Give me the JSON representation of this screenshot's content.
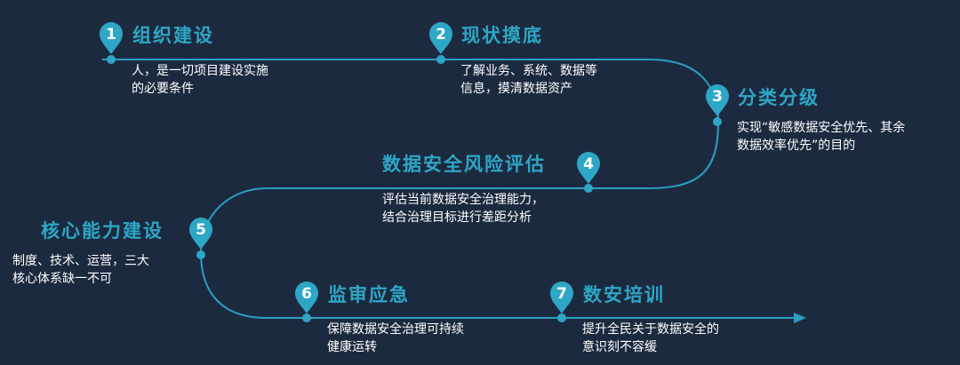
{
  "colors": {
    "background": "#1c2a3f",
    "accent": "#2ea6c6",
    "line": "#2b9ec1",
    "text": "#ffffff"
  },
  "steps": [
    {
      "number": "1",
      "title": "组织建设",
      "desc": [
        "人，是一切项目建设实施",
        "的必要条件"
      ]
    },
    {
      "number": "2",
      "title": "现状摸底",
      "desc": [
        "了解业务、系统、数据等",
        "信息，摸清数据资产"
      ]
    },
    {
      "number": "3",
      "title": "分类分级",
      "desc": [
        "实现“敏感数据安全优先、其余",
        "数据效率优先”的目的"
      ]
    },
    {
      "number": "4",
      "title": "数据安全风险评估",
      "desc": [
        "评估当前数据安全治理能力，",
        "结合治理目标进行差距分析"
      ]
    },
    {
      "number": "5",
      "title": "核心能力建设",
      "desc": [
        "制度、技术、运营，三大",
        "核心体系缺一不可"
      ]
    },
    {
      "number": "6",
      "title": "监审应急",
      "desc": [
        "保障数据安全治理可持续",
        "健康运转"
      ]
    },
    {
      "number": "7",
      "title": "数安培训",
      "desc": [
        "提升全民关于数据安全的",
        "意识刻不容缓"
      ]
    }
  ]
}
